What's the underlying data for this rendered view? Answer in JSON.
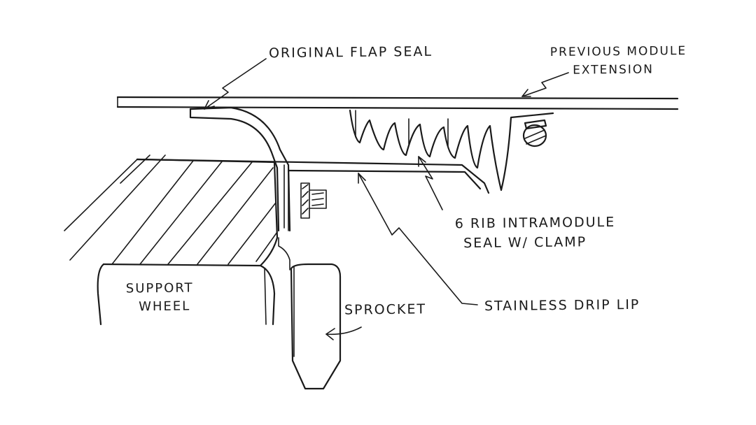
{
  "labels": {
    "original_flap_seal": "ORIGINAL FLAP SEAL",
    "previous_module_extension_line1": "PREVIOUS MODULE",
    "previous_module_extension_line2": "EXTENSION",
    "six_rib_seal_line1": "6 RIB INTRAMODULE",
    "six_rib_seal_line2": "SEAL w/ CLAMP",
    "stainless_drip_lip": "STAINLESS DRIP LIP",
    "support_wheel_line1": "SUPPORT",
    "support_wheel_line2": "WHEEL",
    "sprocket": "SPROCKET"
  }
}
